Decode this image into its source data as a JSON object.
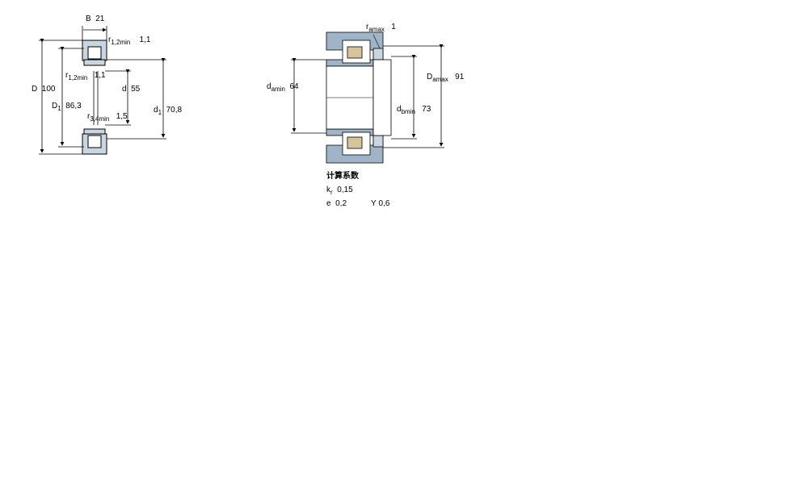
{
  "left_drawing": {
    "B": {
      "sym": "B",
      "val": "21"
    },
    "r12_top": {
      "sym": "r",
      "sub": "1,2min",
      "val": "1,1"
    },
    "r12_mid": {
      "sym": "r",
      "sub": "1,2min",
      "val": "1,1"
    },
    "D": {
      "sym": "D",
      "val": "100"
    },
    "D1": {
      "sym": "D",
      "sub": "1",
      "val": "86,3"
    },
    "d": {
      "sym": "d",
      "val": "55"
    },
    "d1": {
      "sym": "d",
      "sub": "1",
      "val": "70,8"
    },
    "r34": {
      "sym": "r",
      "sub": "3,4min",
      "val": "1,5"
    }
  },
  "right_drawing": {
    "ra": {
      "sym": "r",
      "sub": "amax",
      "val": "1"
    },
    "da": {
      "sym": "d",
      "sub": "amin",
      "val": "64"
    },
    "Da": {
      "sym": "D",
      "sub": "amax",
      "val": "91"
    },
    "db": {
      "sym": "d",
      "sub": "bmin",
      "val": "73"
    }
  },
  "calculation": {
    "heading": "计算系数",
    "kr": {
      "sym": "k",
      "sub": "r",
      "val": "0,15"
    },
    "e": {
      "sym": "e",
      "val": "0,2"
    },
    "Y": {
      "sym": "Y",
      "val": "0,6"
    }
  },
  "colors": {
    "housing": "#9fb4c6",
    "cage": "#d8c49a",
    "line": "#000000"
  }
}
